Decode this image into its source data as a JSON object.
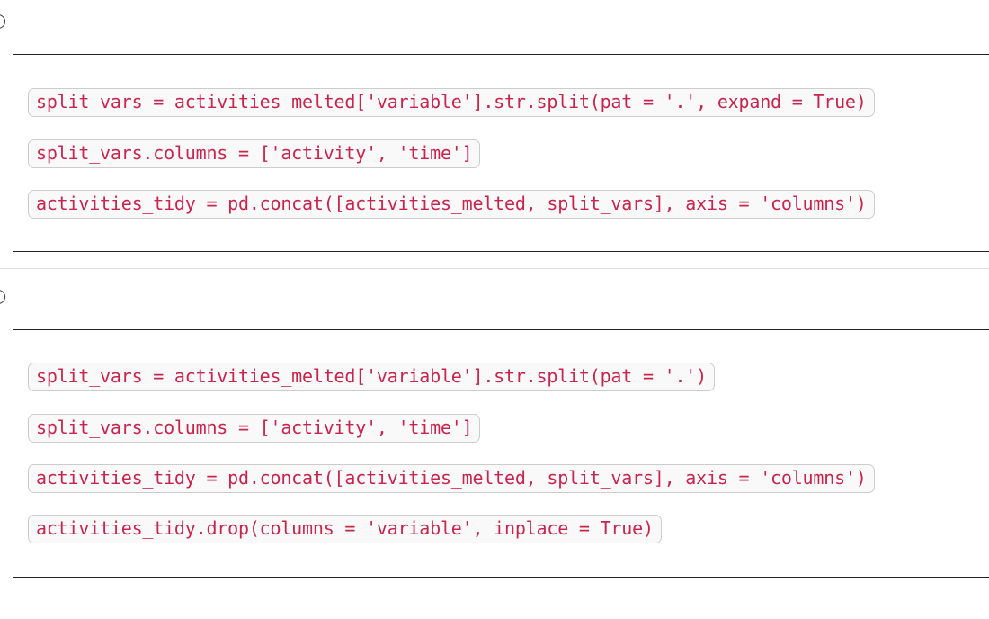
{
  "options": [
    {
      "lines": [
        "split_vars = activities_melted['variable'].str.split(pat = '.', expand = True)",
        "split_vars.columns = ['activity', 'time']",
        "activities_tidy = pd.concat([activities_melted, split_vars], axis = 'columns')"
      ]
    },
    {
      "lines": [
        "split_vars = activities_melted['variable'].str.split(pat = '.')",
        "split_vars.columns = ['activity', 'time']",
        "activities_tidy = pd.concat([activities_melted, split_vars], axis = 'columns')",
        "activities_tidy.drop(columns = 'variable', inplace = True)"
      ]
    }
  ],
  "colors": {
    "code_text": "#c7254e",
    "code_bg": "#f9f9f9",
    "code_border": "#cccccc",
    "block_border": "#222222",
    "divider": "#dddddd"
  }
}
